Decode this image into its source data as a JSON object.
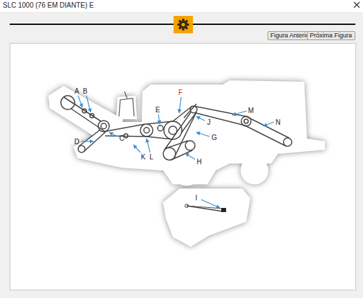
{
  "diagram": {
    "title": "SLC 1000 (76 EM DIANTE) E",
    "nodes": [
      {
        "text": [
          "Figura Anterior"
        ]
      },
      {
        "text": [
          "Próxima Figura"
        ]
      }
    ],
    "labels": [
      "A",
      "B",
      "C",
      "D",
      "E",
      "F",
      "G",
      "H",
      "I",
      "J",
      "K",
      "L",
      "M",
      "N"
    ]
  }
}
